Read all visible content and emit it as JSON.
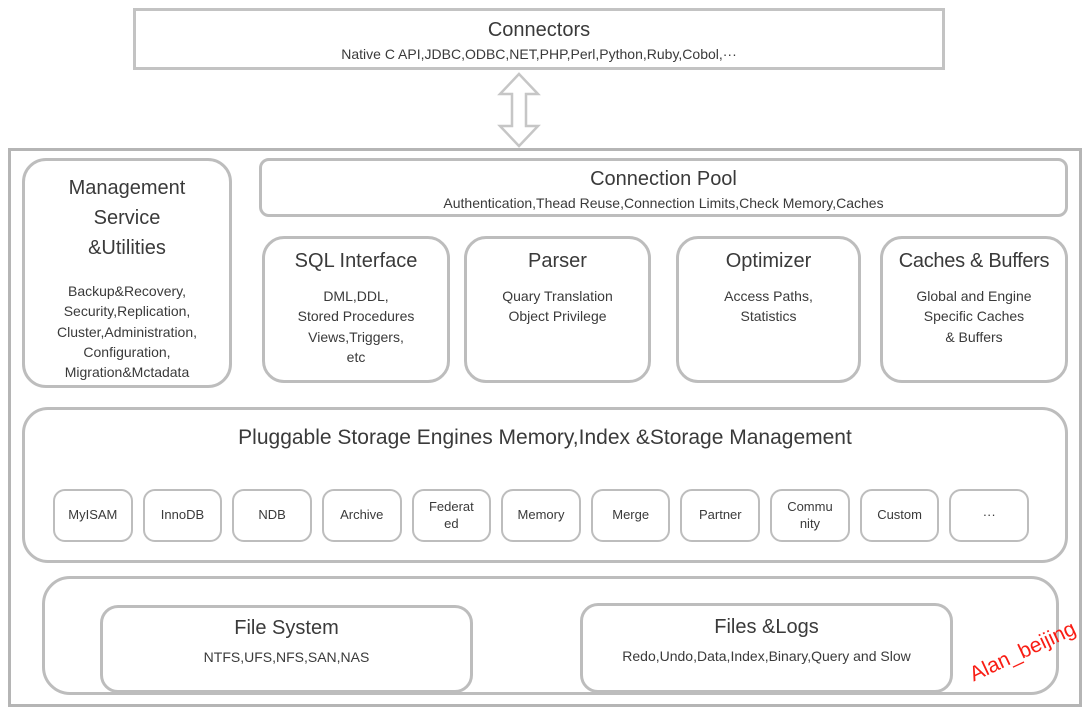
{
  "connectors": {
    "title": "Connectors",
    "subtitle": "Native C API,JDBC,ODBC,NET,PHP,Perl,Python,Ruby,Cobol,···"
  },
  "connection_pool": {
    "title": "Connection Pool",
    "subtitle": "Authentication,Thead Reuse,Connection Limits,Check Memory,Caches"
  },
  "management": {
    "title": "Management\nService\n&Utilities",
    "body": "Backup&Recovery,\nSecurity,Replication,\nCluster,Administration,\nConfiguration,\nMigration&Mctadata"
  },
  "modules": {
    "sql_interface": {
      "title": "SQL Interface",
      "body": "DML,DDL,\nStored Procedures\nViews,Triggers,\netc"
    },
    "parser": {
      "title": "Parser",
      "body": "Quary Translation\nObject Privilege"
    },
    "optimizer": {
      "title": "Optimizer",
      "body": "Access Paths,\nStatistics"
    },
    "caches_buffers": {
      "title": "Caches & Buffers",
      "body": "Global and Engine\nSpecific Caches\n& Buffers"
    }
  },
  "storage": {
    "title": "Pluggable Storage Engines Memory,Index &Storage Management",
    "engines": [
      "MyISAM",
      "InnoDB",
      "NDB",
      "Archive",
      "Federat\ned",
      "Memory",
      "Merge",
      "Partner",
      "Commu\nnity",
      "Custom",
      "···"
    ]
  },
  "physical": {
    "file_system": {
      "title": "File System",
      "subtitle": "NTFS,UFS,NFS,SAN,NAS"
    },
    "files_logs": {
      "title": "Files &Logs",
      "subtitle": "Redo,Undo,Data,Index,Binary,Query and Slow"
    }
  },
  "watermark": {
    "text": "Alan_beijing",
    "color": "#f91d14"
  },
  "colors": {
    "border_outer": "#b5b5b5",
    "border_inner": "#bdbdbd",
    "text": "#3a3a3a"
  }
}
